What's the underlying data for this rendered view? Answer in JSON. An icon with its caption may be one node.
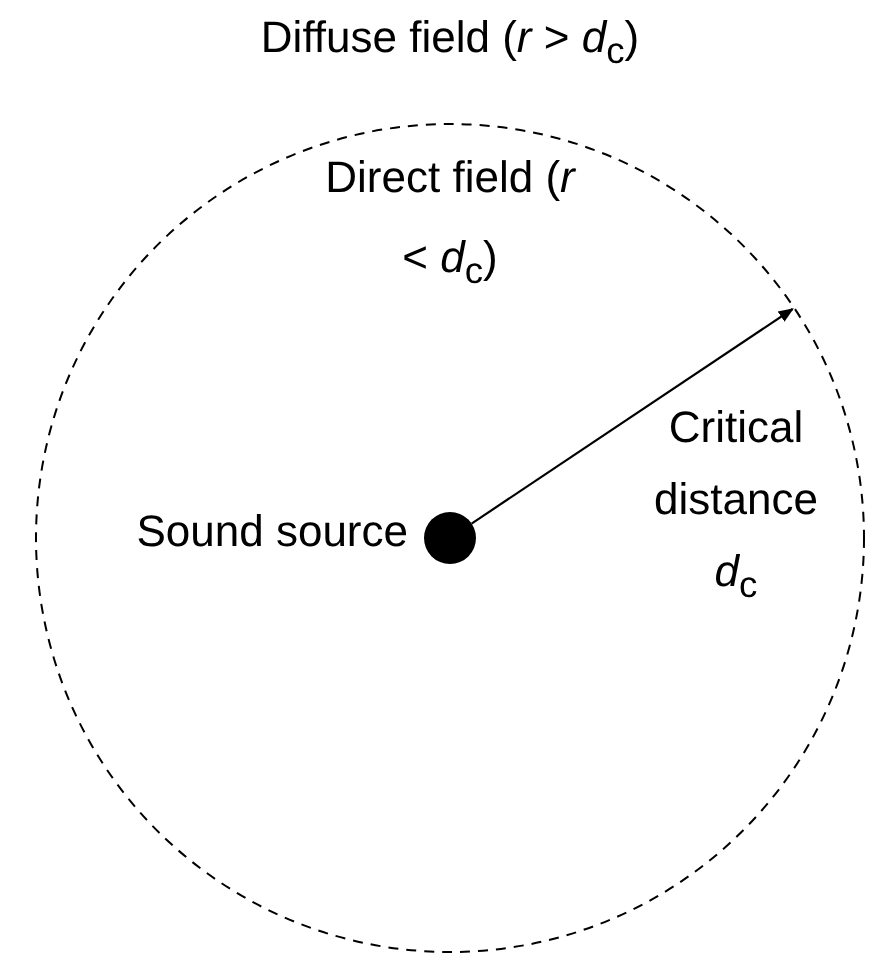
{
  "diagram": {
    "nodes": [
      {
        "text": [
          "Direct field (*r* < *d*$_{c}$)"
        ]
      },
      {
        "text": [],
        "shape": "circle",
        "in": 0,
        "beside": [
          "Sound source"
        ]
      }
    ],
    "edges": [
      {
        "from": 1,
        "to": 0,
        "arrow": "to",
        "label": "Critical distance *d*$_{c}$"
      }
    ],
    "labels": [
      "Diffuse field (*r* > *d*$_{c}$)"
    ]
  }
}
